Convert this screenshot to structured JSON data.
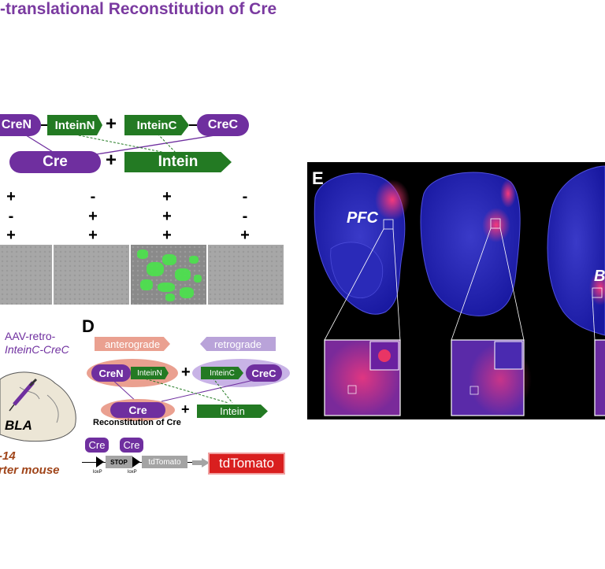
{
  "title": "-translational Reconstitution of Cre",
  "reaction_top": {
    "cren": "CreN",
    "inteinn": "InteinN",
    "plus1": "+",
    "inteinc": "InteinC",
    "crec": "CreC",
    "cre": "Cre",
    "plus2": "+",
    "intein": "Intein"
  },
  "grid": {
    "rows": [
      [
        "+",
        "-",
        "+",
        "-"
      ],
      [
        "-",
        "+",
        "+",
        "-"
      ],
      [
        "+",
        "+",
        "+",
        "+"
      ]
    ]
  },
  "panel_c": {
    "virus_line1": "AAV-retro-",
    "virus_line2": "InteinC-CreC",
    "region": "BLA",
    "mouse_line1": "-14",
    "mouse_line2": "rter mouse"
  },
  "panel_d": {
    "label": "D",
    "anterograde": "anterograde",
    "retrograde": "retrograde",
    "cren": "CreN",
    "inteinn": "InteinN",
    "plus1": "+",
    "inteinc": "InteinC",
    "crec": "CreC",
    "cre": "Cre",
    "plus2": "+",
    "intein": "Intein",
    "reconstitution": "Reconstitution of Cre",
    "cre_a": "Cre",
    "cre_b": "Cre",
    "stop": "STOP",
    "tdtomato_small": "tdTomato",
    "loxp1": "loxP",
    "loxp2": "loxP",
    "tdtomato_big": "tdTomato"
  },
  "panel_e": {
    "label": "E",
    "pfc": "PFC",
    "partial": "B"
  }
}
